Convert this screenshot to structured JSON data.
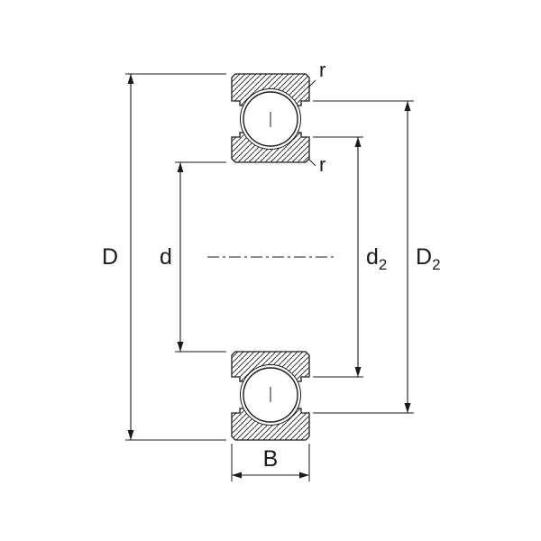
{
  "diagram": {
    "labels": {
      "D": "D",
      "d": "d",
      "d2": {
        "base": "d",
        "sub": "2"
      },
      "D2": {
        "base": "D",
        "sub": "2"
      },
      "B": "B",
      "r_outer": "r",
      "r_inner": "r"
    },
    "colors": {
      "line": "#1a1a1a",
      "background": "#ffffff"
    }
  }
}
